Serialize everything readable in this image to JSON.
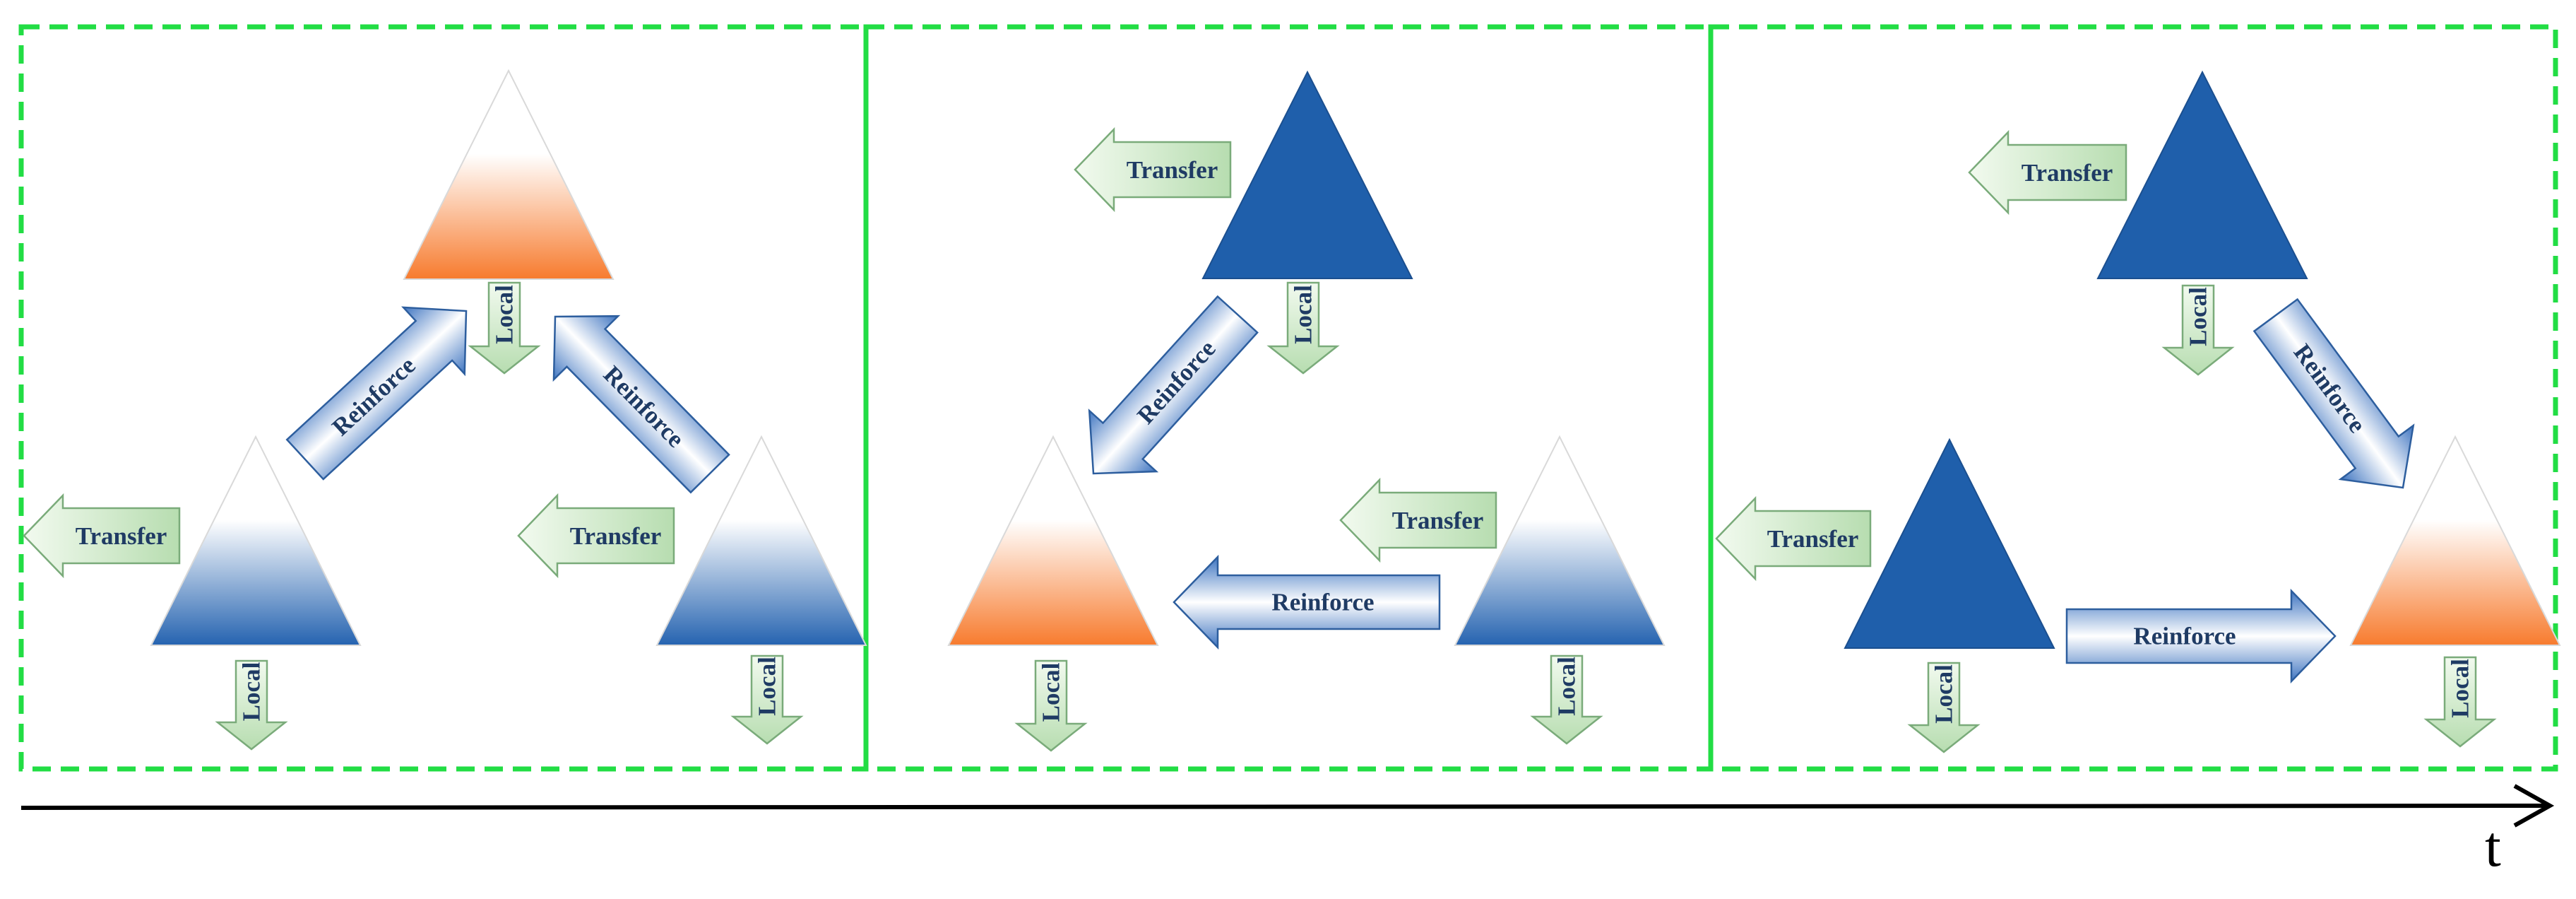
{
  "labels": {
    "transfer": "Transfer",
    "reinforce": "Reinforce",
    "local": "Local"
  },
  "axis": {
    "label": "t"
  },
  "colors": {
    "frame_border": "#22dd44",
    "orange": "#f77b2e",
    "blue": "#2563b0",
    "solid_blue": "#1f5fab",
    "green_arrow_fill": "#c8e6c3",
    "green_arrow_stroke": "#7aab7a",
    "blue_arrow": "#3f75c1",
    "label_text": "#1f3b64",
    "axis": "#000000"
  },
  "stages": [
    {
      "name": "stage-1",
      "nodes": [
        {
          "name": "top-node",
          "fill": "orange-gradient",
          "local_label": "Local"
        },
        {
          "name": "left-node",
          "fill": "blue-gradient",
          "local_label": "Local",
          "transfer_label": "Transfer"
        },
        {
          "name": "right-node",
          "fill": "blue-gradient",
          "local_label": "Local",
          "transfer_label": "Transfer"
        }
      ],
      "links": [
        {
          "from": "left-node",
          "to": "top-node",
          "label": "Reinforce"
        },
        {
          "from": "right-node",
          "to": "top-node",
          "label": "Reinforce"
        }
      ]
    },
    {
      "name": "stage-2",
      "nodes": [
        {
          "name": "top-node",
          "fill": "solid-blue",
          "local_label": "Local",
          "transfer_label": "Transfer"
        },
        {
          "name": "left-node",
          "fill": "orange-gradient",
          "local_label": "Local"
        },
        {
          "name": "right-node",
          "fill": "blue-gradient",
          "local_label": "Local",
          "transfer_label": "Transfer"
        }
      ],
      "links": [
        {
          "from": "top-node",
          "to": "left-node",
          "label": "Reinforce"
        },
        {
          "from": "right-node",
          "to": "left-node",
          "label": "Reinforce"
        }
      ]
    },
    {
      "name": "stage-3",
      "nodes": [
        {
          "name": "top-node",
          "fill": "solid-blue",
          "local_label": "Local",
          "transfer_label": "Transfer"
        },
        {
          "name": "left-node",
          "fill": "solid-blue",
          "local_label": "Local",
          "transfer_label": "Transfer"
        },
        {
          "name": "right-node",
          "fill": "orange-gradient",
          "local_label": "Local"
        }
      ],
      "links": [
        {
          "from": "top-node",
          "to": "right-node",
          "label": "Reinforce"
        },
        {
          "from": "left-node",
          "to": "right-node",
          "label": "Reinforce"
        }
      ]
    }
  ]
}
